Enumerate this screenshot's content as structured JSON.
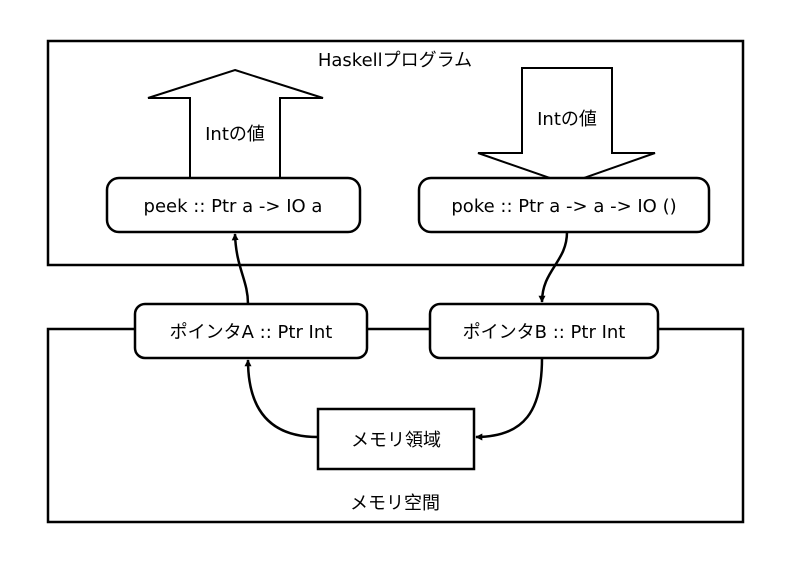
{
  "program_box": {
    "title": "Haskellプログラム"
  },
  "memory_space": {
    "title": "メモリ空間"
  },
  "up_arrow": {
    "label": "Intの値"
  },
  "down_arrow": {
    "label": "Intの値"
  },
  "peek": {
    "label": "peek :: Ptr a -> IO a"
  },
  "poke": {
    "label": "poke :: Ptr a -> a -> IO ()"
  },
  "pointer_a": {
    "label": "ポインタA :: Ptr Int"
  },
  "pointer_b": {
    "label": "ポインタB :: Ptr Int"
  },
  "memory_region": {
    "label": "メモリ領域"
  }
}
